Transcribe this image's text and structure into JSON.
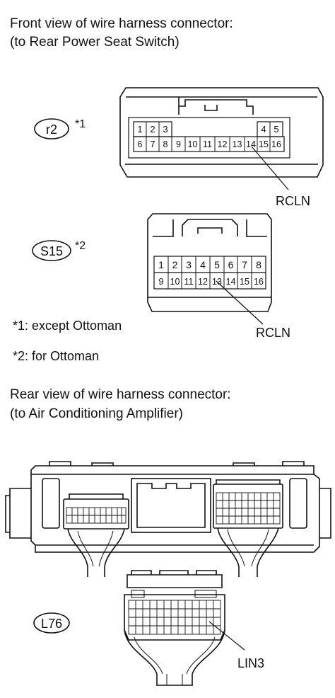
{
  "front_view": {
    "title_line1": "Front view of wire harness connector:",
    "title_line2": "(to Rear Power Seat Switch)"
  },
  "connector_r2": {
    "label": "r2",
    "note_ref": "*1",
    "top_row": [
      "1",
      "2",
      "3",
      "4",
      "5"
    ],
    "bottom_row": [
      "6",
      "7",
      "8",
      "9",
      "10",
      "11",
      "12",
      "13",
      "14",
      "15",
      "16"
    ],
    "callout": "RCLN"
  },
  "connector_s15": {
    "label": "S15",
    "note_ref": "*2",
    "top_row": [
      "1",
      "2",
      "3",
      "4",
      "5",
      "6",
      "7",
      "8"
    ],
    "bottom_row": [
      "9",
      "10",
      "11",
      "12",
      "13",
      "14",
      "15",
      "16"
    ],
    "callout": "RCLN"
  },
  "notes": {
    "note1": "*1: except Ottoman",
    "note2": "*2: for Ottoman"
  },
  "rear_view": {
    "title_line1": "Rear view of wire harness connector:",
    "title_line2": "(to Air Conditioning Amplifier)"
  },
  "connector_l76": {
    "label": "L76",
    "callout": "LIN3"
  }
}
